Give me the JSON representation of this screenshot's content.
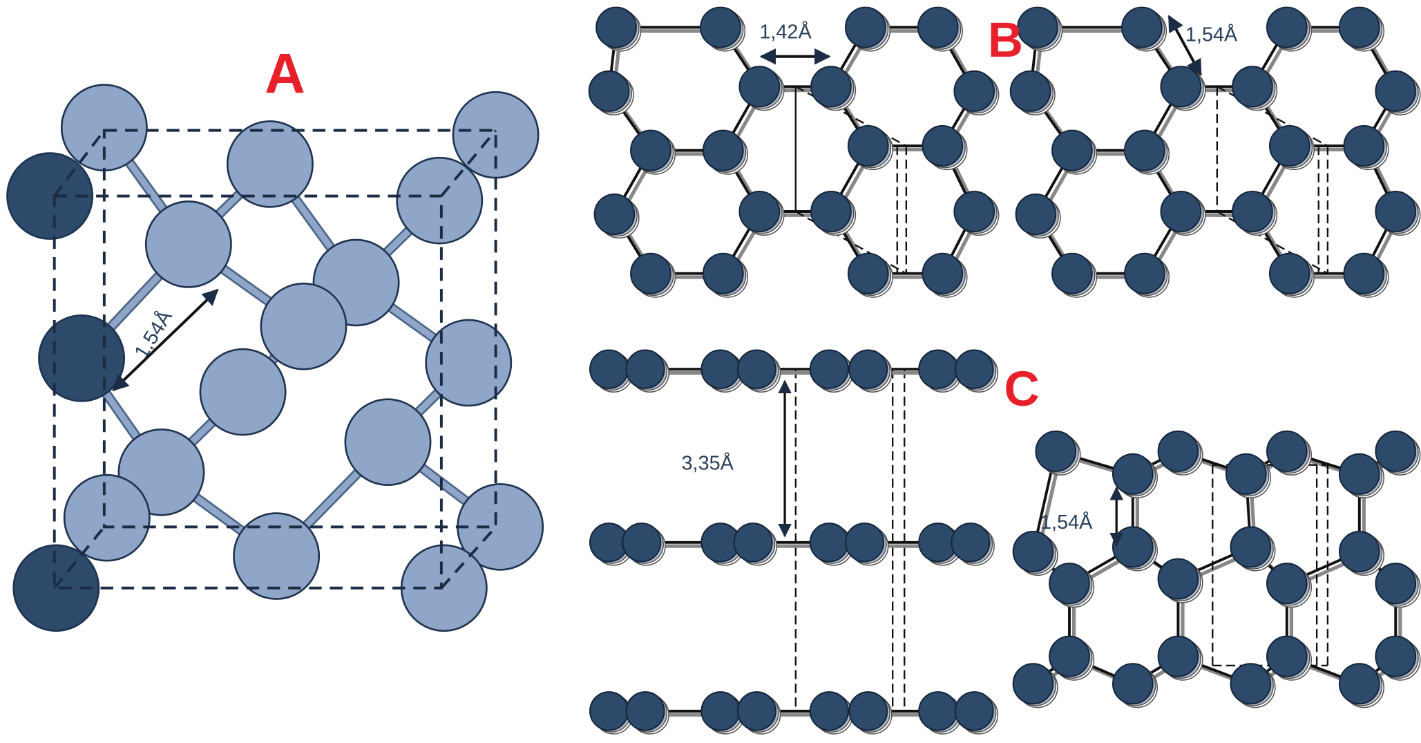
{
  "panels": {
    "a": {
      "label": "A",
      "bond_length": "1,54Å"
    },
    "b": {
      "label": "B",
      "bond_length_graphite": "1,42Å",
      "bond_length_diamond": "1,54Å"
    },
    "c": {
      "label": "C",
      "interlayer_distance": "3,35Å",
      "bond_length_diamond": "1,54Å"
    }
  },
  "colors": {
    "atom_light": "#8fa6c8",
    "atom_dark": "#2d4a6b",
    "label": "#e8202a"
  }
}
